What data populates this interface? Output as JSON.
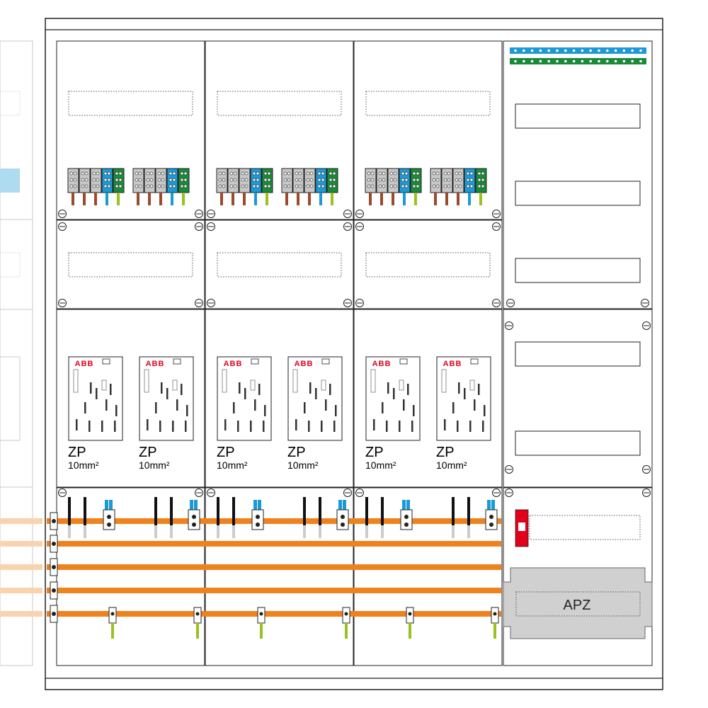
{
  "meter_fields": [
    {
      "zp_label": "ZP",
      "cable_label": "10mm²"
    },
    {
      "zp_label": "ZP",
      "cable_label": "10mm²"
    },
    {
      "zp_label": "ZP",
      "cable_label": "10mm²"
    },
    {
      "zp_label": "ZP",
      "cable_label": "10mm²"
    },
    {
      "zp_label": "ZP",
      "cable_label": "10mm²"
    },
    {
      "zp_label": "ZP",
      "cable_label": "10mm²"
    }
  ],
  "brand_label": "ABB",
  "apz_label": "APZ",
  "colors": {
    "frame": "#222222",
    "busbar": "#f0821e",
    "terminal_blue": "#1a9ad6",
    "terminal_green": "#1a8a3a",
    "terminal_grey": "#c8c8c8",
    "wire_brown": "#9b4a2a",
    "abb_red": "#e2001a",
    "apz_grey": "#d0d0d0"
  }
}
